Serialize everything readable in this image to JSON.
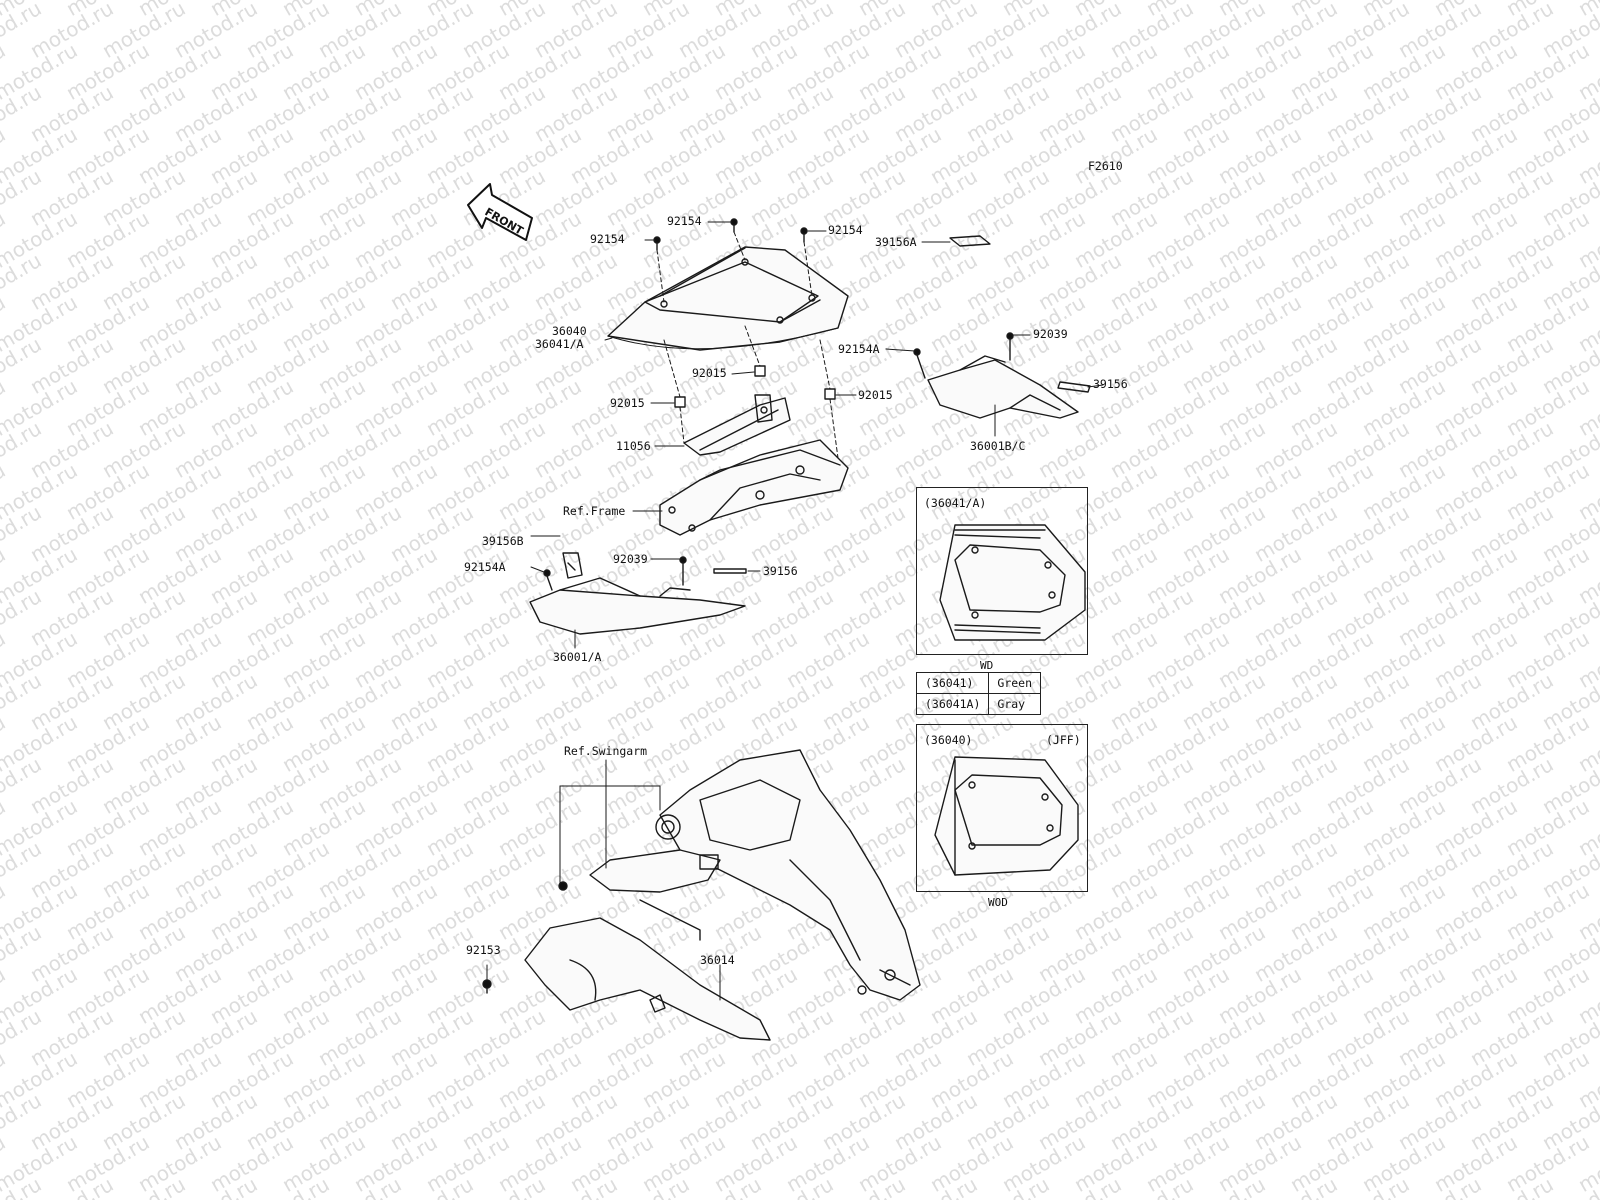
{
  "figure_code": "F2610",
  "watermark_text": "motod.ru",
  "front_arrow_label": "FRONT",
  "labels": {
    "l_92154_top": "92154",
    "l_92154_right": "92154",
    "l_92154_left": "92154",
    "l_36040": "36040",
    "l_36041A": "36041/A",
    "l_92015_mid": "92015",
    "l_92015_left": "92015",
    "l_92015_right": "92015",
    "l_11056": "11056",
    "l_ref_frame": "Ref.Frame",
    "l_39156B": "39156B",
    "l_92154A_left": "92154A",
    "l_92039_left": "92039",
    "l_39156_left": "39156",
    "l_36001A": "36001/A",
    "l_39156A": "39156A",
    "l_92039_right": "92039",
    "l_92154A_right": "92154A",
    "l_39156_right": "39156",
    "l_36001BC": "36001B/C",
    "l_ref_swingarm": "Ref.Swingarm",
    "l_92153": "92153",
    "l_36014": "36014"
  },
  "inset_wd": {
    "title": "(36041/A)",
    "caption": "WD"
  },
  "inset_wod": {
    "title": "(36040)",
    "title_right": "(JFF)",
    "caption": "WOD"
  },
  "color_table": [
    {
      "part": "(36041)",
      "color": "Green"
    },
    {
      "part": "(36041A)",
      "color": "Gray"
    }
  ]
}
